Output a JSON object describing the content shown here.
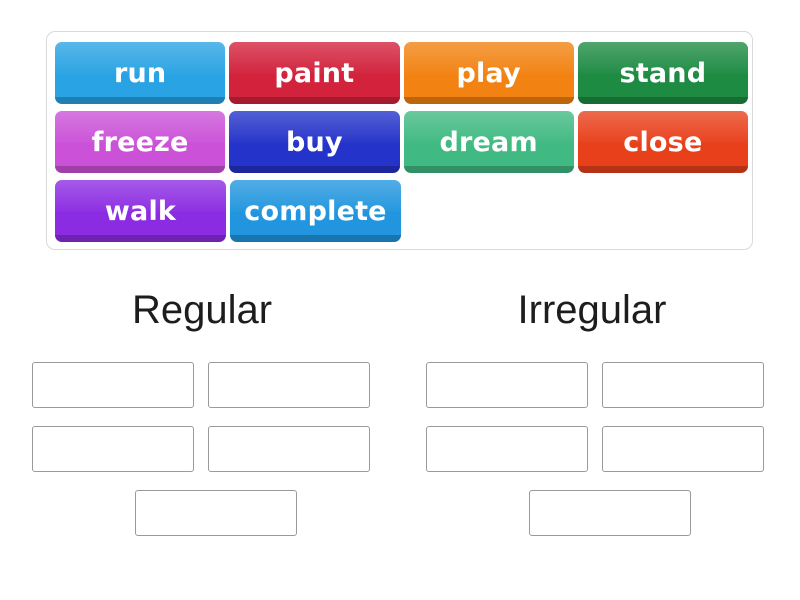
{
  "word_bank": {
    "rows": [
      [
        {
          "label": "run",
          "color": "#29a3e3",
          "text_color": "#ffffff"
        },
        {
          "label": "paint",
          "color": "#d2223c",
          "text_color": "#ffffff"
        },
        {
          "label": "play",
          "color": "#f28211",
          "text_color": "#ffffff"
        },
        {
          "label": "stand",
          "color": "#1e8b43",
          "text_color": "#ffffff"
        }
      ],
      [
        {
          "label": "freeze",
          "color": "#cb52d8",
          "text_color": "#ffffff"
        },
        {
          "label": "buy",
          "color": "#2433c9",
          "text_color": "#ffffff"
        },
        {
          "label": "dream",
          "color": "#40b982",
          "text_color": "#ffffff"
        },
        {
          "label": "close",
          "color": "#e8401b",
          "text_color": "#ffffff"
        }
      ],
      [
        {
          "label": "walk",
          "color": "#8c2ce2",
          "text_color": "#ffffff"
        },
        {
          "label": "complete",
          "color": "#2196de",
          "text_color": "#ffffff"
        }
      ]
    ]
  },
  "categories": [
    {
      "heading": "Regular",
      "dropzone_rows": [
        {
          "centered": false,
          "count": 2
        },
        {
          "centered": false,
          "count": 2
        },
        {
          "centered": true,
          "count": 1
        }
      ]
    },
    {
      "heading": "Irregular",
      "dropzone_rows": [
        {
          "centered": false,
          "count": 2
        },
        {
          "centered": false,
          "count": 2
        },
        {
          "centered": true,
          "count": 1
        }
      ]
    }
  ]
}
